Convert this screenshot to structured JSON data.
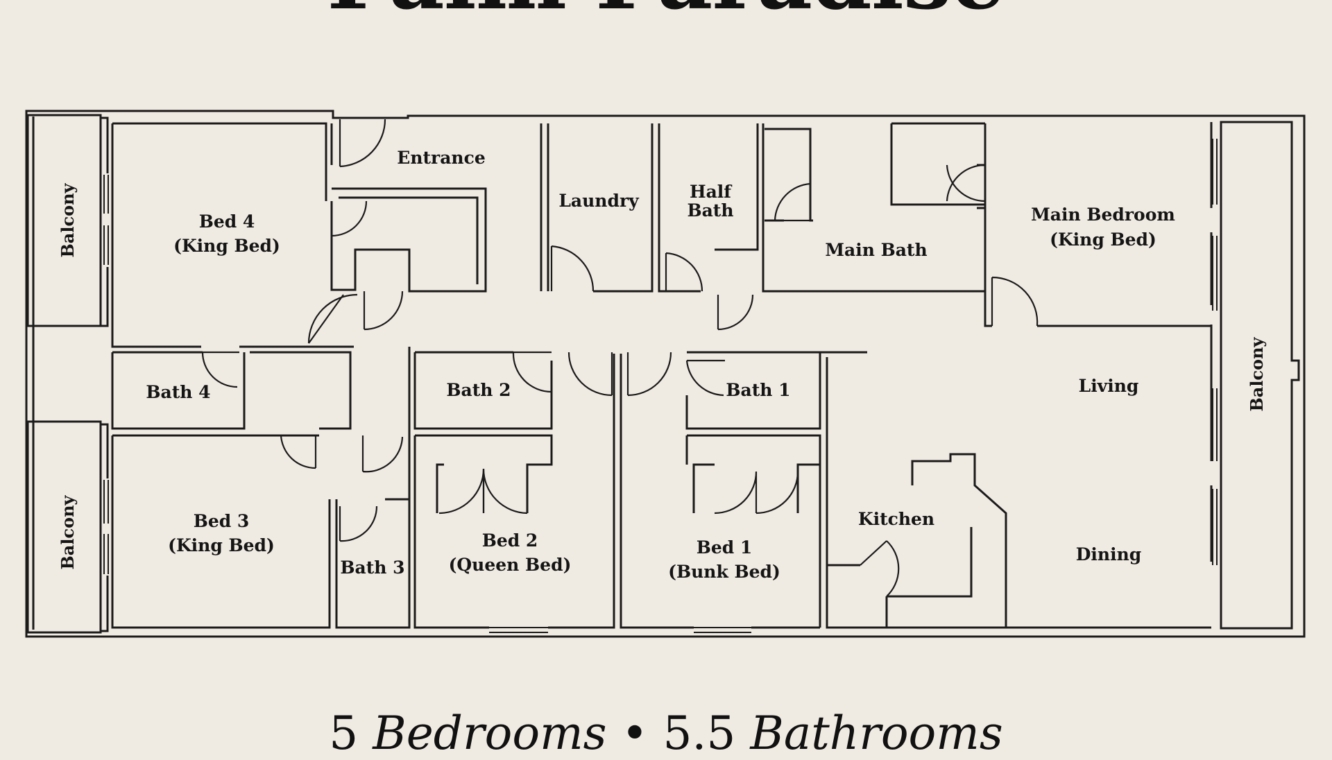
{
  "title": "Palm Paradise",
  "summary": {
    "bedrooms_number": "5",
    "bedrooms_word": "Bedrooms",
    "separator": "•",
    "bathrooms_number": "5.5",
    "bathrooms_word": "Bathrooms"
  },
  "rooms": {
    "entrance": "Entrance",
    "laundry": "Laundry",
    "half_bath": [
      "Half",
      "Bath"
    ],
    "main_bath": "Main Bath",
    "main_bedroom": [
      "Main Bedroom",
      "(King Bed)"
    ],
    "bed4": [
      "Bed 4",
      "(King Bed)"
    ],
    "bath4": "Bath 4",
    "bath2": "Bath 2",
    "bath1": "Bath 1",
    "living": "Living",
    "bed3": [
      "Bed 3",
      "(King Bed)"
    ],
    "bath3": "Bath 3",
    "bed2": [
      "Bed 2",
      "(Queen Bed)"
    ],
    "bed1": [
      "Bed 1",
      "(Bunk Bed)"
    ],
    "kitchen": "Kitchen",
    "dining": "Dining",
    "balcony_top_left": "Balcony",
    "balcony_bottom_left": "Balcony",
    "balcony_right": "Balcony"
  }
}
